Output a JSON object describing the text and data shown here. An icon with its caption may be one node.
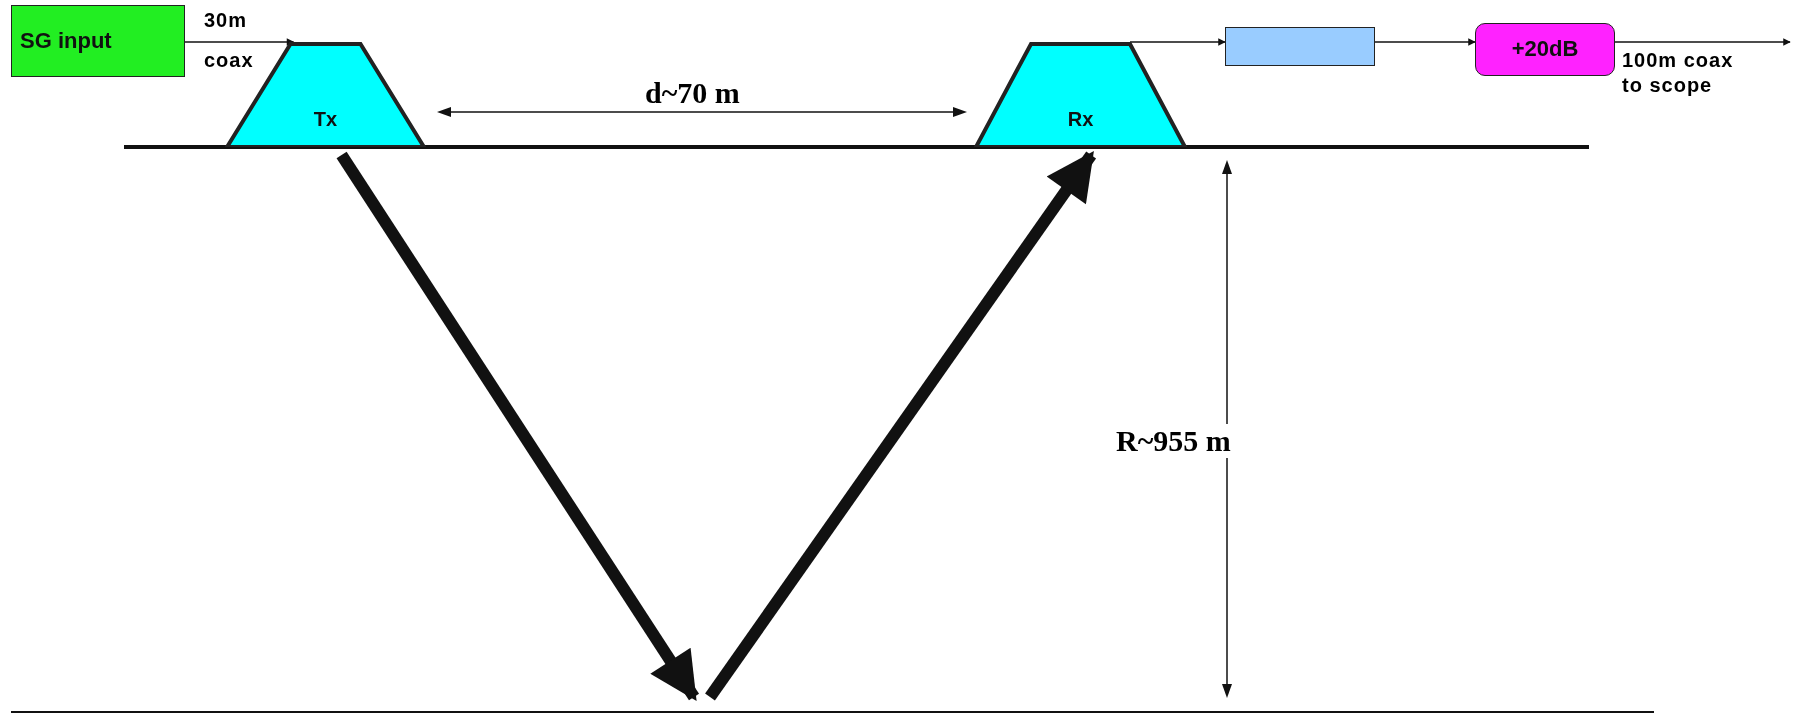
{
  "diagram": {
    "nodes": [
      {
        "text": [
          "SG input"
        ]
      },
      {
        "text": [
          "Tx"
        ]
      },
      {
        "text": [
          "Rx"
        ]
      },
      {
        "text": [],
        "shape": "box"
      },
      {
        "text": [
          "+20dB"
        ]
      },
      {
        "text": [],
        "shape": "bar"
      }
    ],
    "edges": [
      {
        "from": 0,
        "to": 1,
        "arrow": "to",
        "label": "30m coax"
      },
      {
        "from": 1,
        "to": 5,
        "arrow": "to",
        "style": "thick"
      },
      {
        "from": 5,
        "to": 2,
        "arrow": "to",
        "style": "thick"
      },
      {
        "from": 2,
        "to": 3,
        "arrow": "to"
      },
      {
        "from": 3,
        "to": 4,
        "arrow": "to"
      },
      {
        "from": 4,
        "to": null,
        "arrow": "to",
        "label": "100m coax to scope"
      }
    ],
    "labels": [
      "d~70 m",
      "R~955 m"
    ]
  }
}
